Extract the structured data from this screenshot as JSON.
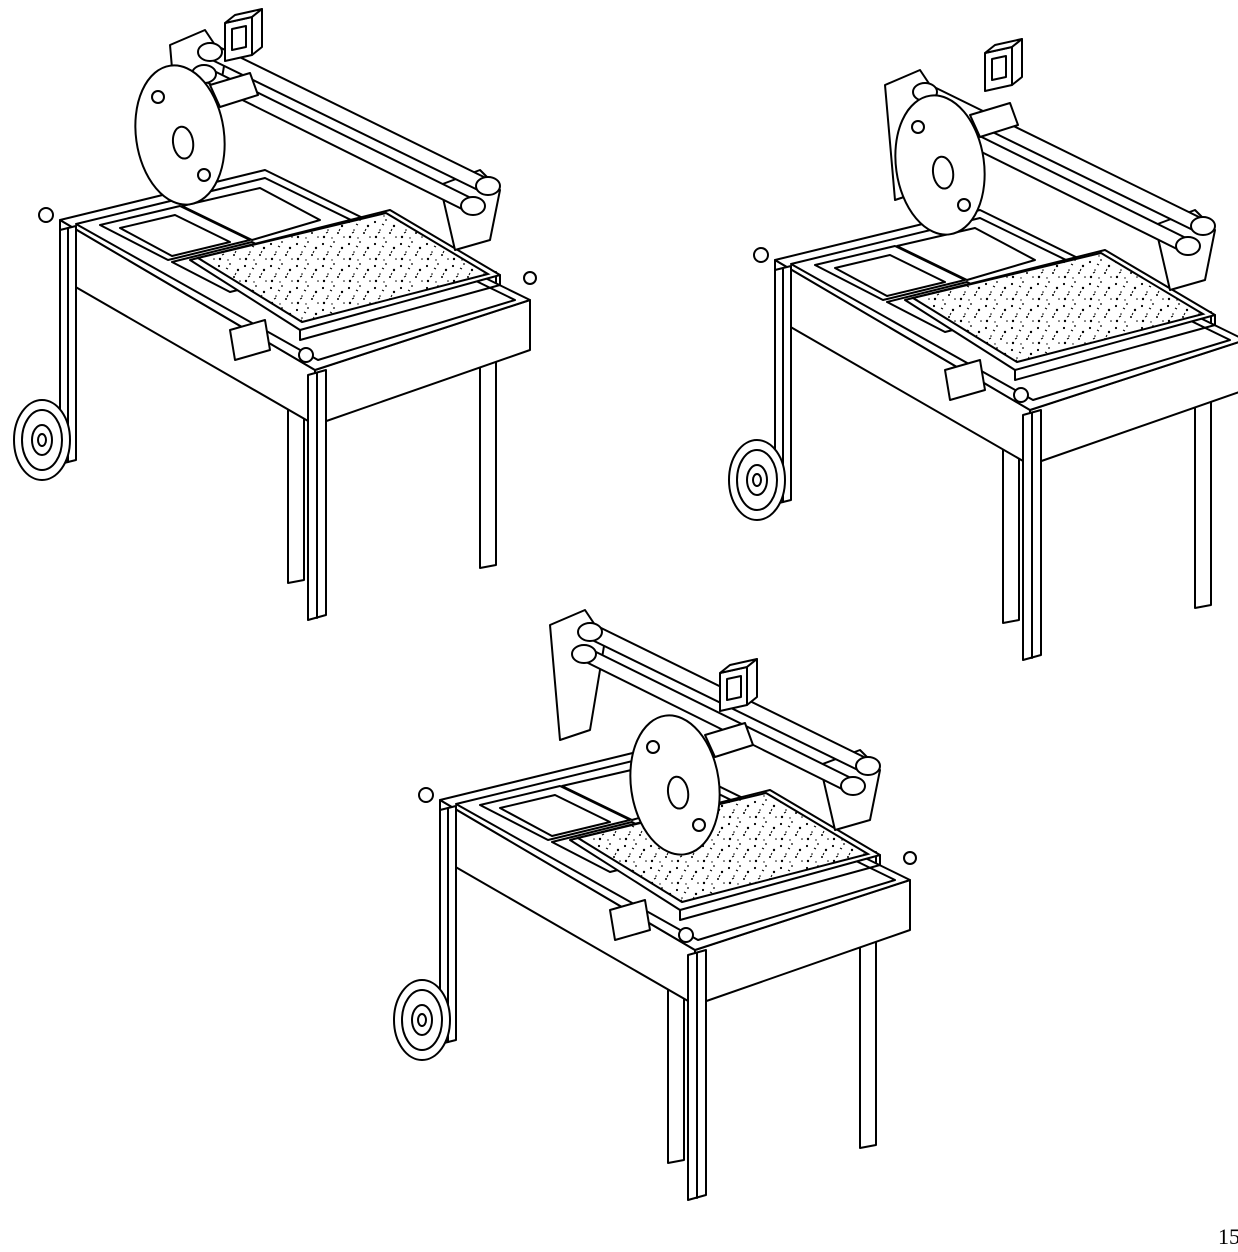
{
  "page": {
    "page_number": "15"
  },
  "figures": [
    {
      "view": "carriage-rear"
    },
    {
      "view": "carriage-middle"
    },
    {
      "view": "carriage-front"
    }
  ]
}
